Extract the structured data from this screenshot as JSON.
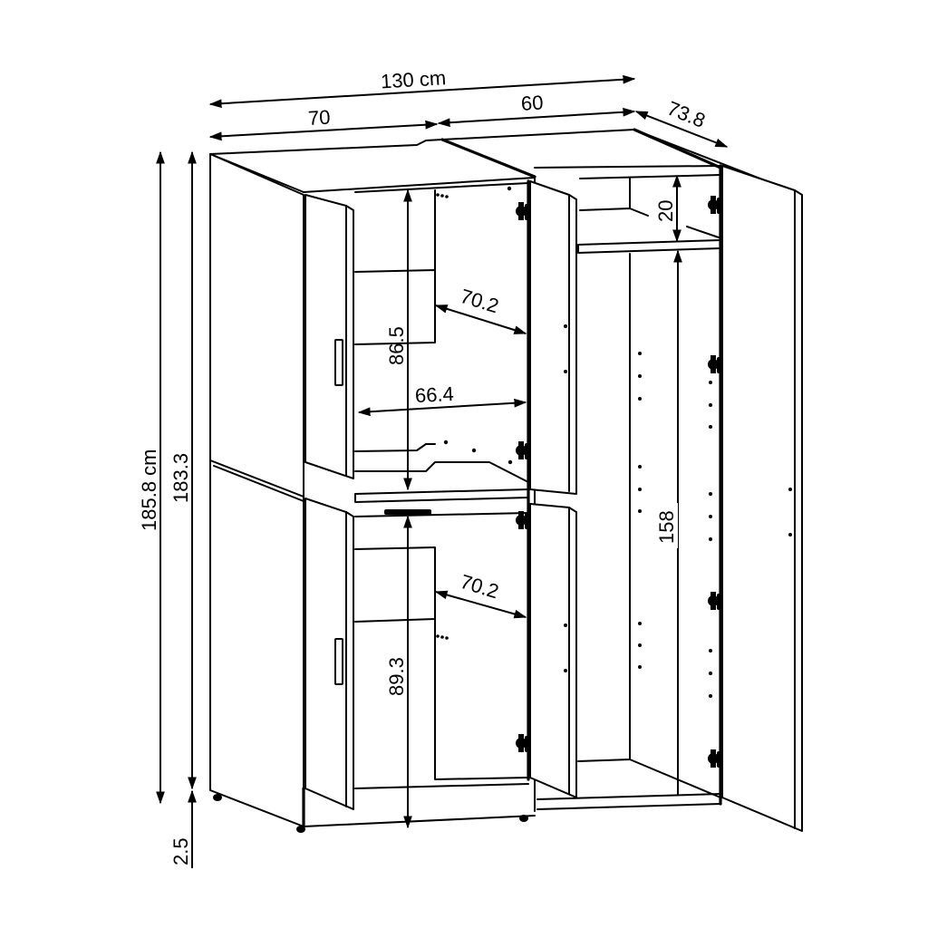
{
  "diagram": {
    "subject": "two-section wardrobe with open doors",
    "colors": {
      "line": "#000000",
      "background": "#ffffff"
    },
    "dimensions": {
      "total_width": "130 cm",
      "left_section_width": "70",
      "right_section_width": "60",
      "depth": "73.8",
      "total_height": "185.8 cm",
      "body_height": "183.3",
      "leg_height": "2.5",
      "upper_compartment_height": "86.5",
      "upper_inner_width": "66.4",
      "upper_inner_depth": "70.2",
      "lower_inner_depth": "70.2",
      "lower_compartment_height": "89.3",
      "top_shelf_height": "20",
      "hanging_height": "158"
    }
  }
}
